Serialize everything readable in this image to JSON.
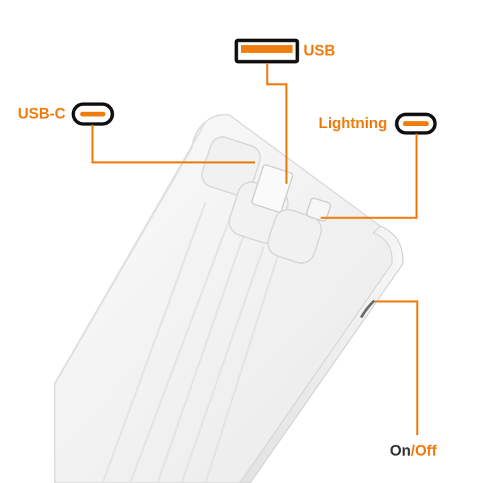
{
  "labels": {
    "usb": "USB",
    "usb_c": "USB-C",
    "lightning": "Lightning",
    "on": "On",
    "slash": "/",
    "off": "Off"
  },
  "colors": {
    "accent": "#f07d10",
    "dark_text": "#333333",
    "device_body": "#f4f4f4"
  },
  "icons": [
    "usb-a-port-icon",
    "usb-c-port-icon",
    "lightning-port-icon"
  ]
}
